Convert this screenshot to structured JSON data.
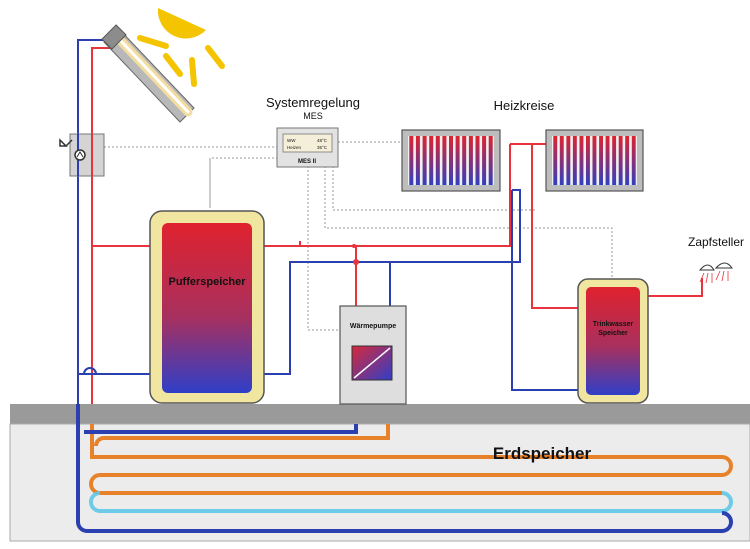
{
  "labels": {
    "system_control_title": "Systemregelung",
    "system_control_model": "MES",
    "controller_line1_label": "WW",
    "controller_line1_value": "48°C",
    "controller_line2_label": "Heizen",
    "controller_line2_value": "35°C",
    "controller_badge": "MES II",
    "heating_circuits": "Heizkreise",
    "buffer_tank": "Pufferspeicher",
    "heat_pump": "Wärmepumpe",
    "dhw_tank_line1": "Trinkwasser",
    "dhw_tank_line2": "Speicher",
    "taps": "Zapfsteller",
    "ground_storage": "Erdspeicher"
  },
  "icons": [
    "sun-icon",
    "solar-collector-icon",
    "pump-icon",
    "radiator-icon",
    "heat-exchanger-icon",
    "shower-head-icon"
  ],
  "colors": {
    "hot_line": "#e8323c",
    "cold_line": "#2a3fb0",
    "ground_loop_orange": "#e8822a",
    "ground_loop_cyan": "#5fc8e8",
    "control_wire": "#9a9a9a",
    "sun": "#f5c400",
    "tank_frame": "#f0e6a0",
    "ground": "#9a9a9a"
  }
}
